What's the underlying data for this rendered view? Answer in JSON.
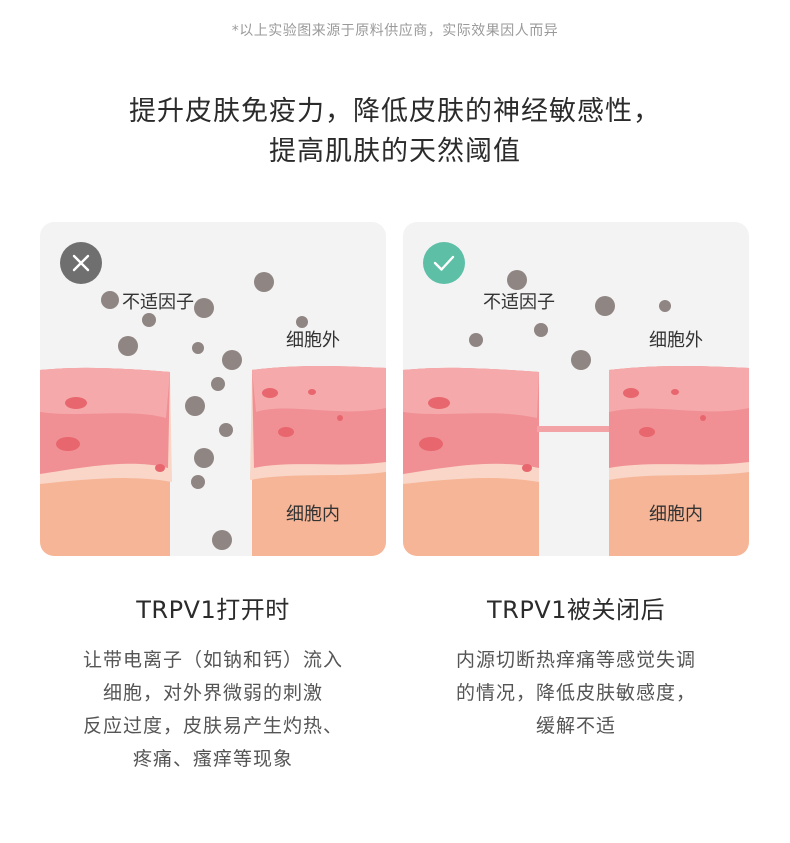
{
  "disclaimer": "*以上实验图来源于原料供应商，实际效果因人而异",
  "headline": {
    "line1": "提升皮肤免疫力，降低皮肤的神经敏感性，",
    "line2": "提高肌肤的天然阈值"
  },
  "panels": [
    {
      "state_icon": "close-icon",
      "icon_color": "#6f6f6f",
      "labels": {
        "factor": "不适因子",
        "outside": "细胞外",
        "inside": "细胞内"
      },
      "title": "TRPV1打开时",
      "description": [
        "让带电离子（如钠和钙）流入",
        "细胞，对外界微弱的刺激",
        "反应过度，皮肤易产生灼热、",
        "疼痛、瘙痒等现象"
      ]
    },
    {
      "state_icon": "check-icon",
      "icon_color": "#5cbfa6",
      "labels": {
        "factor": "不适因子",
        "outside": "细胞外",
        "inside": "细胞内"
      },
      "title": "TRPV1被关闭后",
      "description": [
        "内源切断热痒痛等感觉失调",
        "的情况，降低皮肤敏感度，",
        "缓解不适"
      ]
    }
  ],
  "colors": {
    "skin_top": "#f5a9ab",
    "skin_mid": "#f08f94",
    "skin_low": "#f9d6c7",
    "skin_base": "#f6b596",
    "particle": "#8f8583"
  }
}
